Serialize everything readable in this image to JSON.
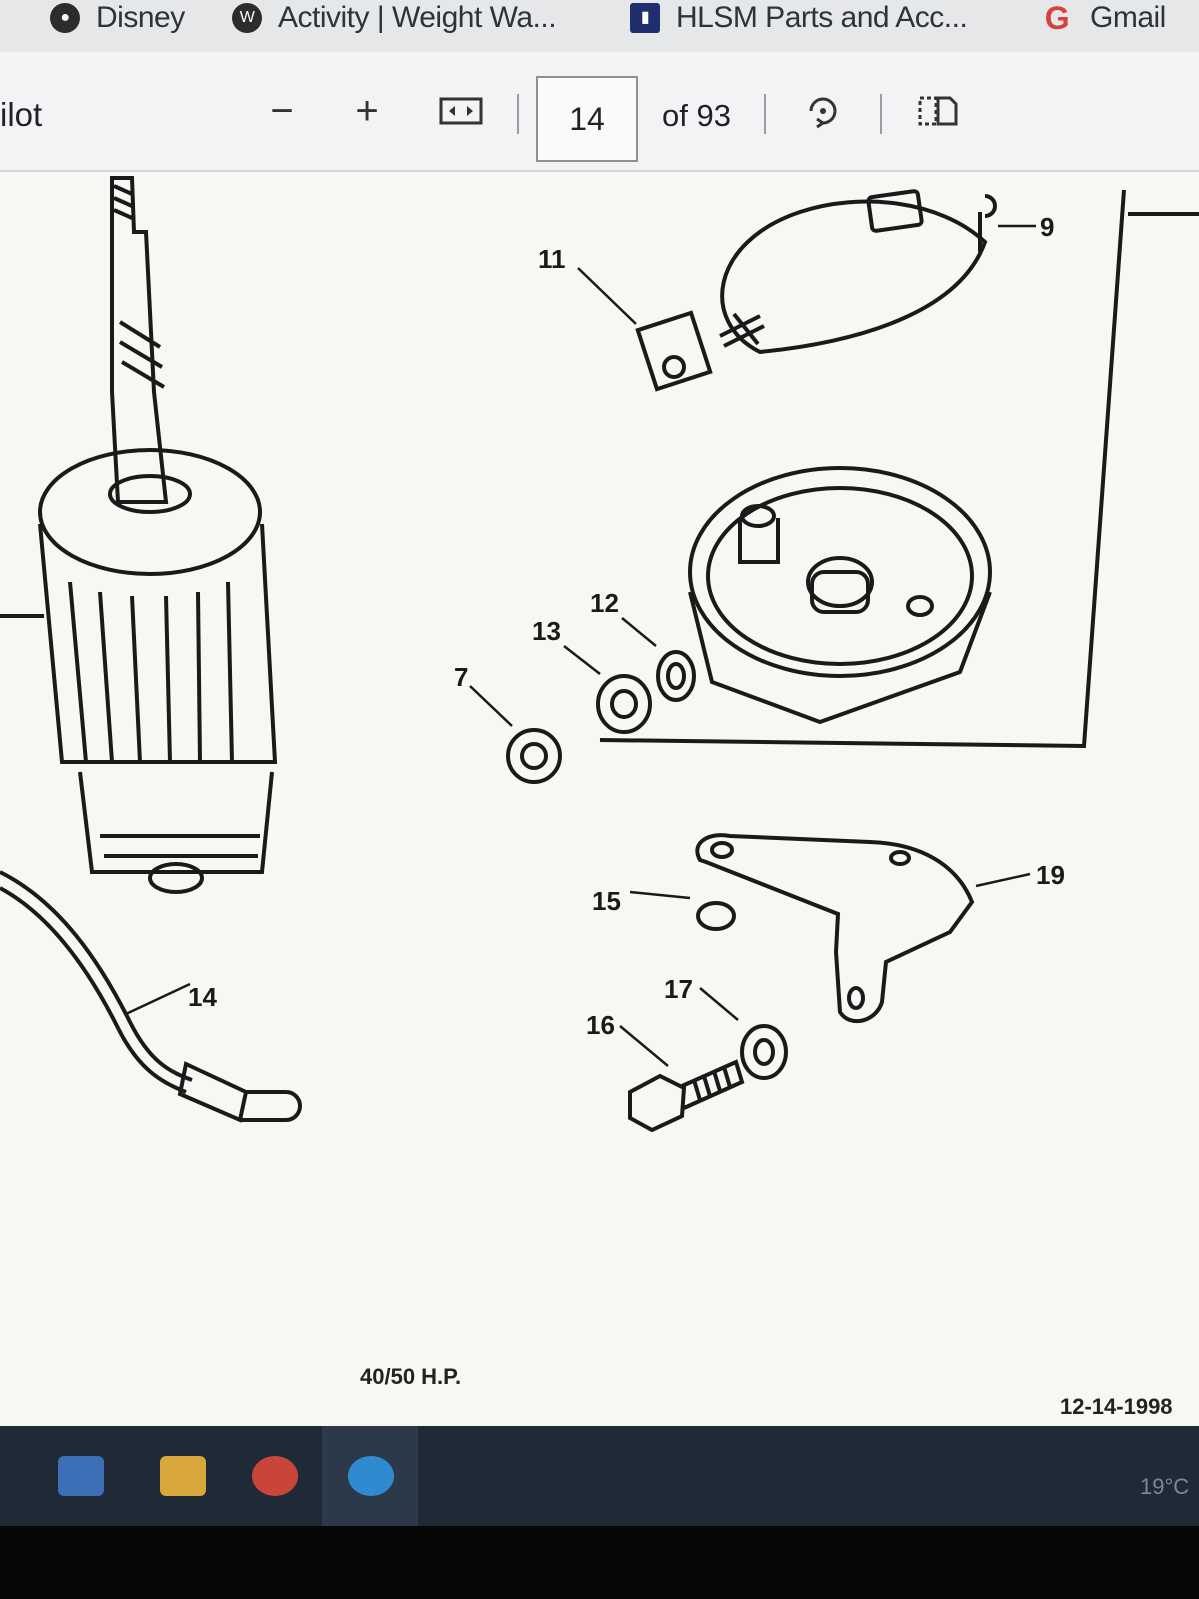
{
  "bookmarks": [
    {
      "label": "Disney",
      "icon": "mickey-icon"
    },
    {
      "label": "Activity | Weight Wa...",
      "icon": "ww-icon"
    },
    {
      "label": "HLSM Parts and Acc...",
      "icon": "hlsm-icon"
    },
    {
      "label": "Gmail",
      "icon": "google-icon",
      "glyph": "G"
    }
  ],
  "toolbar": {
    "title": "ilot",
    "zoom_out": "−",
    "zoom_in": "+",
    "page": "14",
    "page_of": "of 93"
  },
  "document": {
    "footer_model": "40/50 H.P.",
    "footer_date": "12-14-1998",
    "callouts": {
      "c7": "7",
      "c9": "9",
      "c11": "11",
      "c12": "12",
      "c13": "13",
      "c14": "14",
      "c15": "15",
      "c16": "16",
      "c17": "17",
      "c19": "19"
    }
  },
  "taskbar": {
    "temperature": "19°C",
    "colors": {
      "mail": "#3d6fb8",
      "explorer": "#d8a73c",
      "chrome": "#c9453a",
      "edge": "#2f8bd0"
    }
  }
}
